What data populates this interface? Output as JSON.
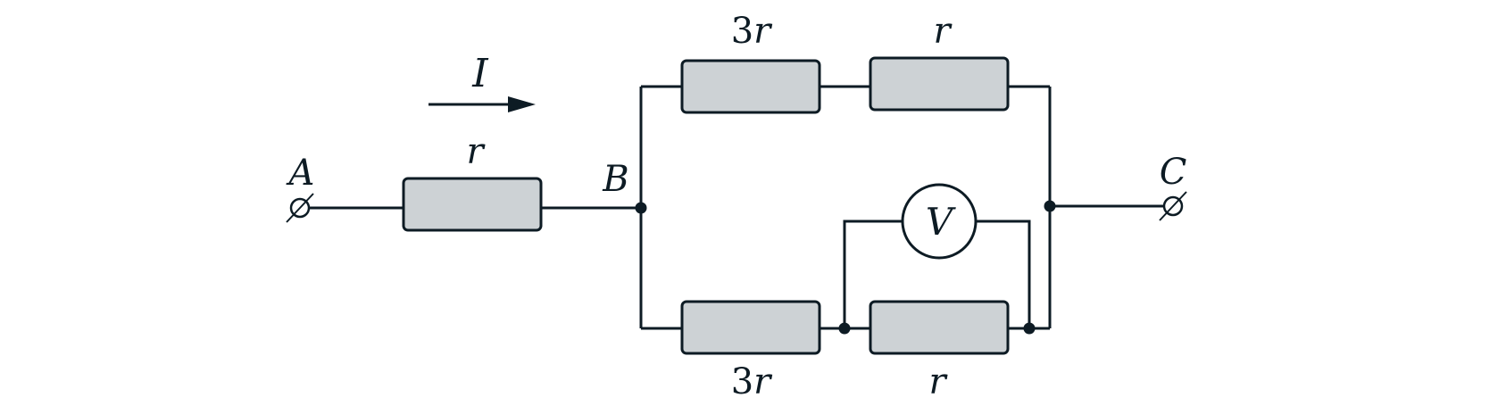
{
  "terminals": {
    "a": "A",
    "b": "B",
    "c": "C"
  },
  "current": {
    "label": "I",
    "direction": "left-to-right"
  },
  "resistors": {
    "series": {
      "coef": "",
      "sym": "r"
    },
    "top_left": {
      "coef": "3",
      "sym": "r"
    },
    "top_right": {
      "coef": "",
      "sym": "r"
    },
    "bottom_left": {
      "coef": "3",
      "sym": "r"
    },
    "bottom_right": {
      "coef": "",
      "sym": "r"
    }
  },
  "voltmeter": {
    "label": "V"
  },
  "colors": {
    "wire": "#0d1b24",
    "resistor_fill": "#cdd2d5",
    "background": "#ffffff"
  }
}
